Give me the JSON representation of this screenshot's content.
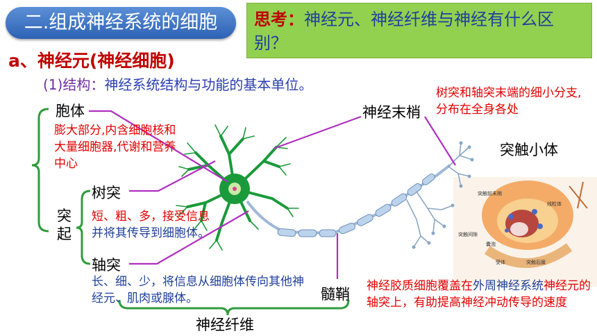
{
  "section_title": "二.组成神经系统的细胞",
  "think": {
    "lead": "思考：",
    "text": "神经元、神经纤维与神经有什么区别？"
  },
  "heading": "a、神经元(神经细胞)",
  "structure": {
    "num": "(1)结构：",
    "text": "神经系统结构与功能的基本单位。"
  },
  "labels": {
    "cell_body": "胞体",
    "process": "突起",
    "dendrite": "树突",
    "axon": "轴突",
    "nerve_ending": "神经末梢",
    "synaptic_knob": "突触小体",
    "myelin": "髓鞘",
    "nerve_fiber": "神经纤维"
  },
  "descriptions": {
    "cell_body": "膨大部分,内含细胞核和大量细胞器,代谢和营养中心",
    "dendrite_part1": "短、粗、多，接受信息",
    "dendrite_part2": "并将其传导到细胞体。",
    "axon": "长、细、少，将信息从细胞体传向其他神经元、肌肉或腺体。",
    "nerve_ending": "树突和轴突末端的细小分支,分布在全身各处",
    "myelin_red1": "神经胶质细胞覆盖在",
    "myelin_blue1": "外周神经系统",
    "myelin_red2": "神经元的轴突上，有助提高神经冲动传导的速度"
  },
  "synapse_inset": {
    "label_1": "突触前末梢",
    "label_2": "线粒体",
    "label_3": "突触间隙",
    "label_4": "囊泡",
    "label_5": "受体",
    "label_6": "突触后膜"
  },
  "colors": {
    "pill": "#3a6fc4",
    "think_bg": "#92d050",
    "red": "#e30000",
    "blue": "#1f3f9c",
    "pointer": "#b02fc0"
  }
}
